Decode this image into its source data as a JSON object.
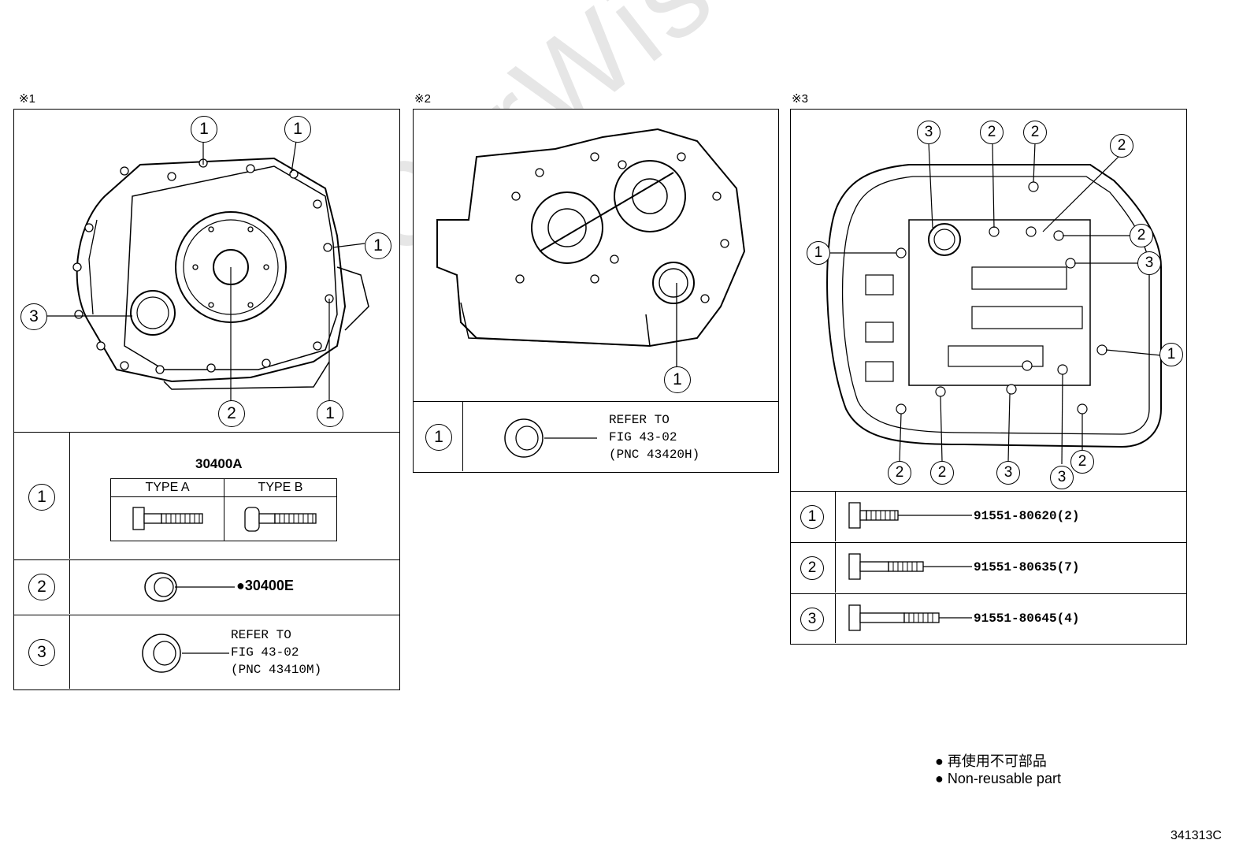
{
  "watermark": "ToyotaCarWiser.ru",
  "panel1": {
    "label": "※1",
    "callouts": [
      "1",
      "1",
      "1",
      "3",
      "2",
      "1"
    ],
    "rows": [
      {
        "num": "1",
        "part": "30400A",
        "type_a": "TYPE A",
        "type_b": "TYPE B"
      },
      {
        "num": "2",
        "part": "●30400E"
      },
      {
        "num": "3",
        "refer": "REFER TO\nFIG 43-02\n(PNC 43410M)"
      }
    ]
  },
  "panel2": {
    "label": "※2",
    "callouts": [
      "1"
    ],
    "rows": [
      {
        "num": "1",
        "refer": "REFER TO\nFIG 43-02\n(PNC 43420H)"
      }
    ]
  },
  "panel3": {
    "label": "※3",
    "callouts": [
      "3",
      "2",
      "2",
      "2",
      "1",
      "2",
      "3",
      "1",
      "2",
      "2",
      "3",
      "3",
      "2"
    ],
    "rows": [
      {
        "num": "1",
        "part": "91551-80620(2)"
      },
      {
        "num": "2",
        "part": "91551-80635(7)"
      },
      {
        "num": "3",
        "part": "91551-80645(4)"
      }
    ]
  },
  "legend": {
    "jp": "● 再使用不可部品",
    "en": "● Non-reusable part"
  },
  "figure_code": "341313C"
}
